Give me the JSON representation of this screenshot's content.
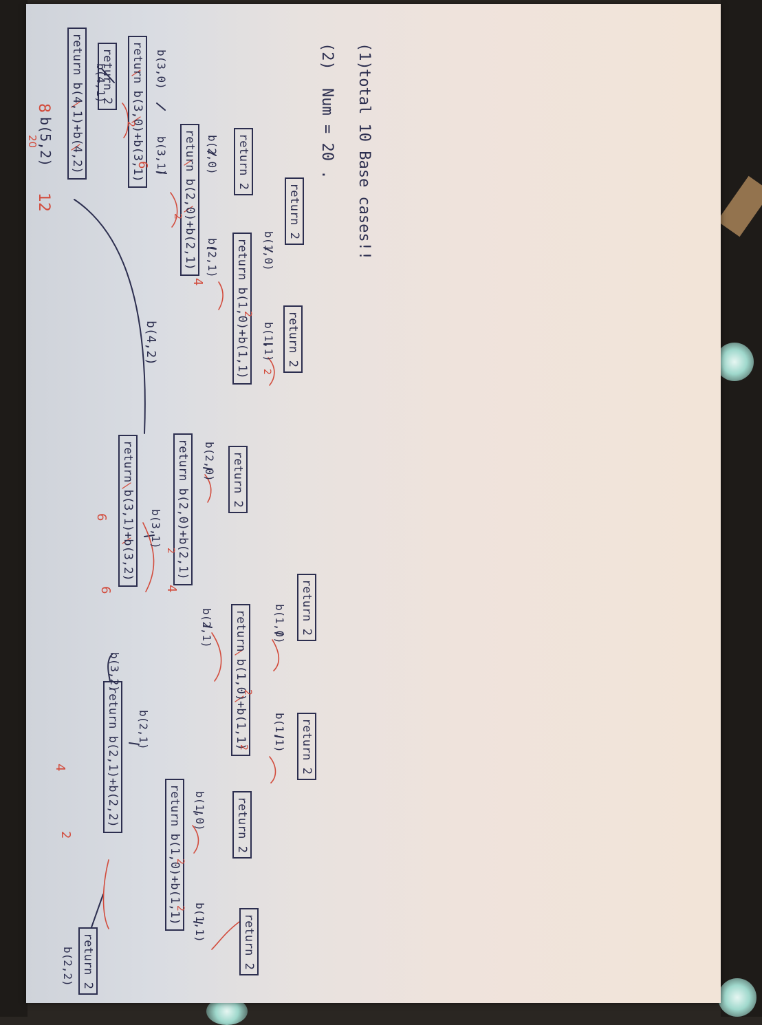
{
  "title": {
    "count": "8",
    "call": "b(5,2)",
    "result": "20",
    "side_count": "12"
  },
  "boxes": [
    {
      "text": "return b(4,1)+b(4,2)"
    },
    {
      "text": "return b(3,0)+b(3,1)"
    },
    {
      "text": "return 2"
    },
    {
      "text": "return b(2,0)+b(2,1)"
    },
    {
      "text": "return 2"
    },
    {
      "text": "return b(1,0)+b(1,1)"
    },
    {
      "text": "return 2"
    },
    {
      "text": "return 2"
    },
    {
      "text": "return b(3,1)+b(3,2)"
    },
    {
      "text": "return b(2,0)+b(2,1)"
    },
    {
      "text": "return 2"
    },
    {
      "text": "return b(1,0)+b(1,1)"
    },
    {
      "text": "return 2"
    },
    {
      "text": "return 2"
    },
    {
      "text": "return b(2,1)+b(2,2)"
    },
    {
      "text": "return b(1,0)+b(1,1)"
    },
    {
      "text": "return 2"
    },
    {
      "text": "return 2"
    },
    {
      "text": "return 2"
    }
  ],
  "labels": [
    {
      "text": "b(4,1)"
    },
    {
      "text": "b(3,0)"
    },
    {
      "text": "b(3,1)"
    },
    {
      "text": "b(2,0)"
    },
    {
      "text": "b(2,1)"
    },
    {
      "text": "b(1,0)"
    },
    {
      "text": "b(1,1)"
    },
    {
      "text": "b(4,2)"
    },
    {
      "text": "b(3,1)"
    },
    {
      "text": "b(2,0)"
    },
    {
      "text": "b(2,1)"
    },
    {
      "text": "b(1,0)"
    },
    {
      "text": "b(1,1)"
    },
    {
      "text": "b(3,2)"
    },
    {
      "text": "b(2,1)"
    },
    {
      "text": "b(1,0)"
    },
    {
      "text": "b(1,1)"
    },
    {
      "text": "b(2,2)"
    }
  ],
  "red_values": [
    "2",
    "6",
    "2",
    "4",
    "2",
    "2",
    "6",
    "6",
    "2",
    "4",
    "2",
    "2",
    "4",
    "2",
    "2",
    "2"
  ],
  "notes": {
    "note1_marker": "1",
    "note1_text": "total 10 Base cases!!",
    "note2_marker": "2",
    "note2_text": "Num = 20 ."
  },
  "colors": {
    "ink": "#2c2e4f",
    "red_ink": "#d24b3c",
    "paper": "#efe3dc"
  }
}
